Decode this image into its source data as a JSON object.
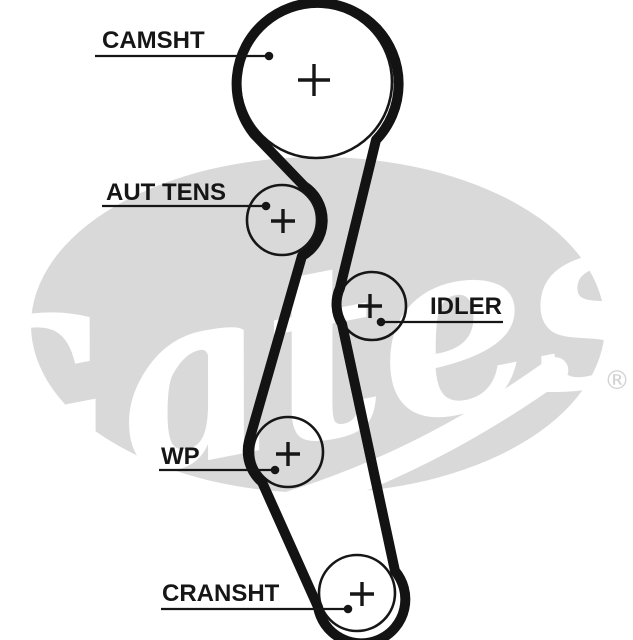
{
  "diagram": {
    "type": "timing-belt-routing-diagram",
    "background_color": "#ffffff",
    "belt_color": "#131313",
    "watermark": {
      "brand": "Gates",
      "registered_mark": "®",
      "oval_color": "#d9d9d9",
      "script_color": "#ffffff"
    },
    "pulleys": [
      {
        "id": "camsht",
        "label": "CAMSHT",
        "center_marker": "+"
      },
      {
        "id": "aut_tens",
        "label": "AUT TENS",
        "center_marker": "+"
      },
      {
        "id": "idler",
        "label": "IDLER",
        "center_marker": "+"
      },
      {
        "id": "wp",
        "label": "WP",
        "center_marker": "+"
      },
      {
        "id": "cransht",
        "label": "CRANSHT",
        "center_marker": "+"
      }
    ]
  }
}
